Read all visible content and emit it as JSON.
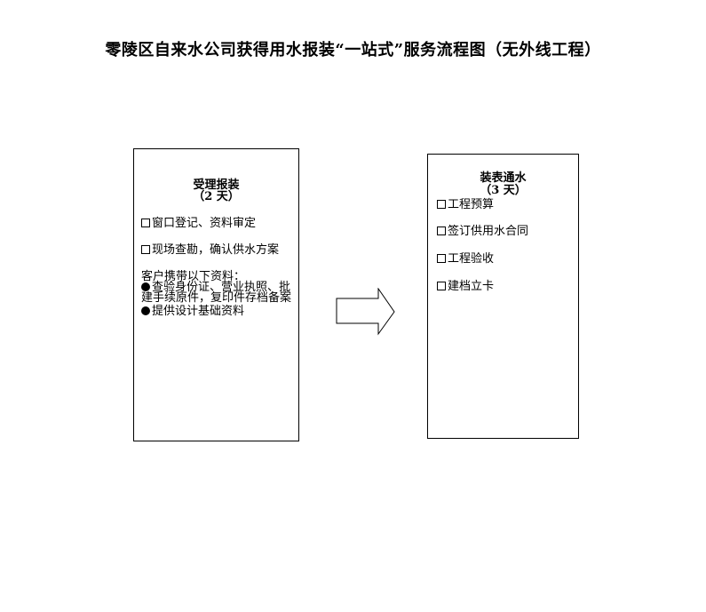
{
  "title": "零陵区自来水公司获得用水报装“一站式”服务流程图（无外线工程）",
  "step1": {
    "heading": "受理报装",
    "duration": "（2 天）",
    "items": [
      "窗口登记、资料审定",
      "现场查勘，确认供水方案"
    ],
    "notes_intro": "客户携带以下资料：",
    "notes": [
      "查验身份证、营业执照、批建手续原件，复印件存档备案",
      "提供设计基础资料"
    ]
  },
  "step2": {
    "heading": "装表通水",
    "duration": "（3 天）",
    "items": [
      "工程预算",
      "签订供用水合同",
      "工程验收",
      "建档立卡"
    ]
  },
  "arrow": {
    "icon": "right-arrow-icon"
  }
}
